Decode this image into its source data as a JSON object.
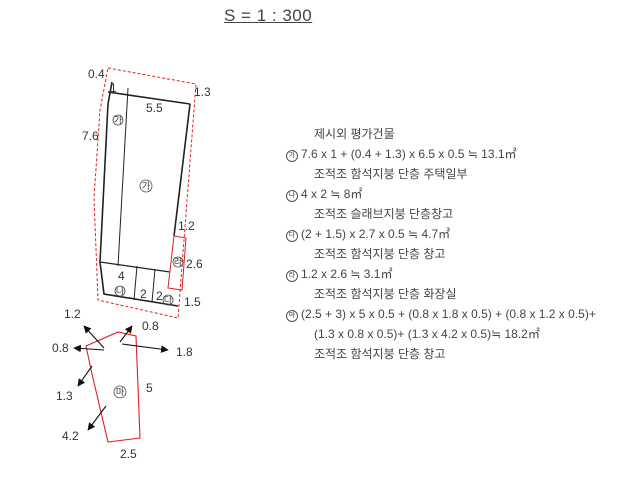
{
  "scale": "S = 1 : 300",
  "plan": {
    "dims": {
      "d04": "0.4",
      "d1": "1",
      "d55": "5.5",
      "d13": "1.3",
      "d76": "7.6",
      "d12": "1.2",
      "d26": "2.6",
      "d4": "4",
      "d2a": "2",
      "d2b": "2",
      "d15": "1.5",
      "a12": "1.2",
      "a08l": "0.8",
      "a08r": "0.8",
      "a18": "1.8",
      "a13": "1.3",
      "a5": "5",
      "a42": "4.2",
      "a25": "2.5"
    },
    "markers": {
      "ga": "가",
      "na": "나",
      "da": "다",
      "ra": "라",
      "ma": "마",
      "top": "가"
    }
  },
  "notes": {
    "heading": "제시외 평가건물",
    "items": [
      {
        "marker": "가",
        "formula": "7.6 x 1 + (0.4 + 1.3) x 6.5 x 0.5 ≒ 13.1㎡",
        "desc": "조적조 함석지붕 단층 주택일부"
      },
      {
        "marker": "나",
        "formula": "4 x 2 ≒ 8㎡",
        "desc": "조적조 슬래브지붕 단층창고"
      },
      {
        "marker": "다",
        "formula": "(2 + 1.5) x 2.7 x 0.5 ≒ 4.7㎡",
        "desc": "조적조 함석지붕 단층 창고"
      },
      {
        "marker": "라",
        "formula": "1.2 x 2.6 ≒ 3.1㎡",
        "desc": "조적조 함석지붕 단층 화장실"
      },
      {
        "marker": "마",
        "formula": "(2.5 + 3) x 5 x 0.5 + (0.8 x 1.8 x 0.5) + (0.8 x 1.2 x 0.5)+",
        "formula2": "(1.3 x 0.8 x 0.5)+ (1.3 x 4.2 x 0.5)≒ 18.2㎡",
        "desc": "조적조 함석지붕 단층 창고"
      }
    ]
  }
}
